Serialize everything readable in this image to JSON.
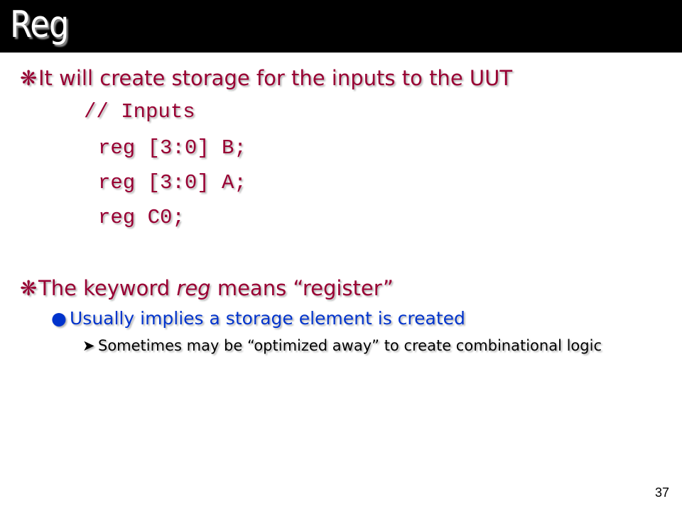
{
  "slide": {
    "title": "Reg",
    "bullet1": {
      "icon": "asterisk-bullet-icon",
      "text": "It will create storage for the inputs to the UUT"
    },
    "code_lines": [
      "// Inputs",
      "reg [3:0] B;",
      "reg [3:0] A;",
      "reg C0;"
    ],
    "bullet2": {
      "icon": "asterisk-bullet-icon",
      "text_before": "The keyword ",
      "keyword": "reg",
      "text_after": " means “register”"
    },
    "sub_bullet": {
      "icon": "round-bullet-icon",
      "text": "Usually implies a storage element is created"
    },
    "sub_sub_bullet": {
      "icon": "arrow-bullet-icon",
      "text": "Sometimes may be “optimized away” to create combinational logic"
    },
    "page_number": "37"
  },
  "colors": {
    "title_bar": "#000000",
    "level1": "#990033",
    "level2": "#0033cc",
    "level3": "#000000"
  }
}
